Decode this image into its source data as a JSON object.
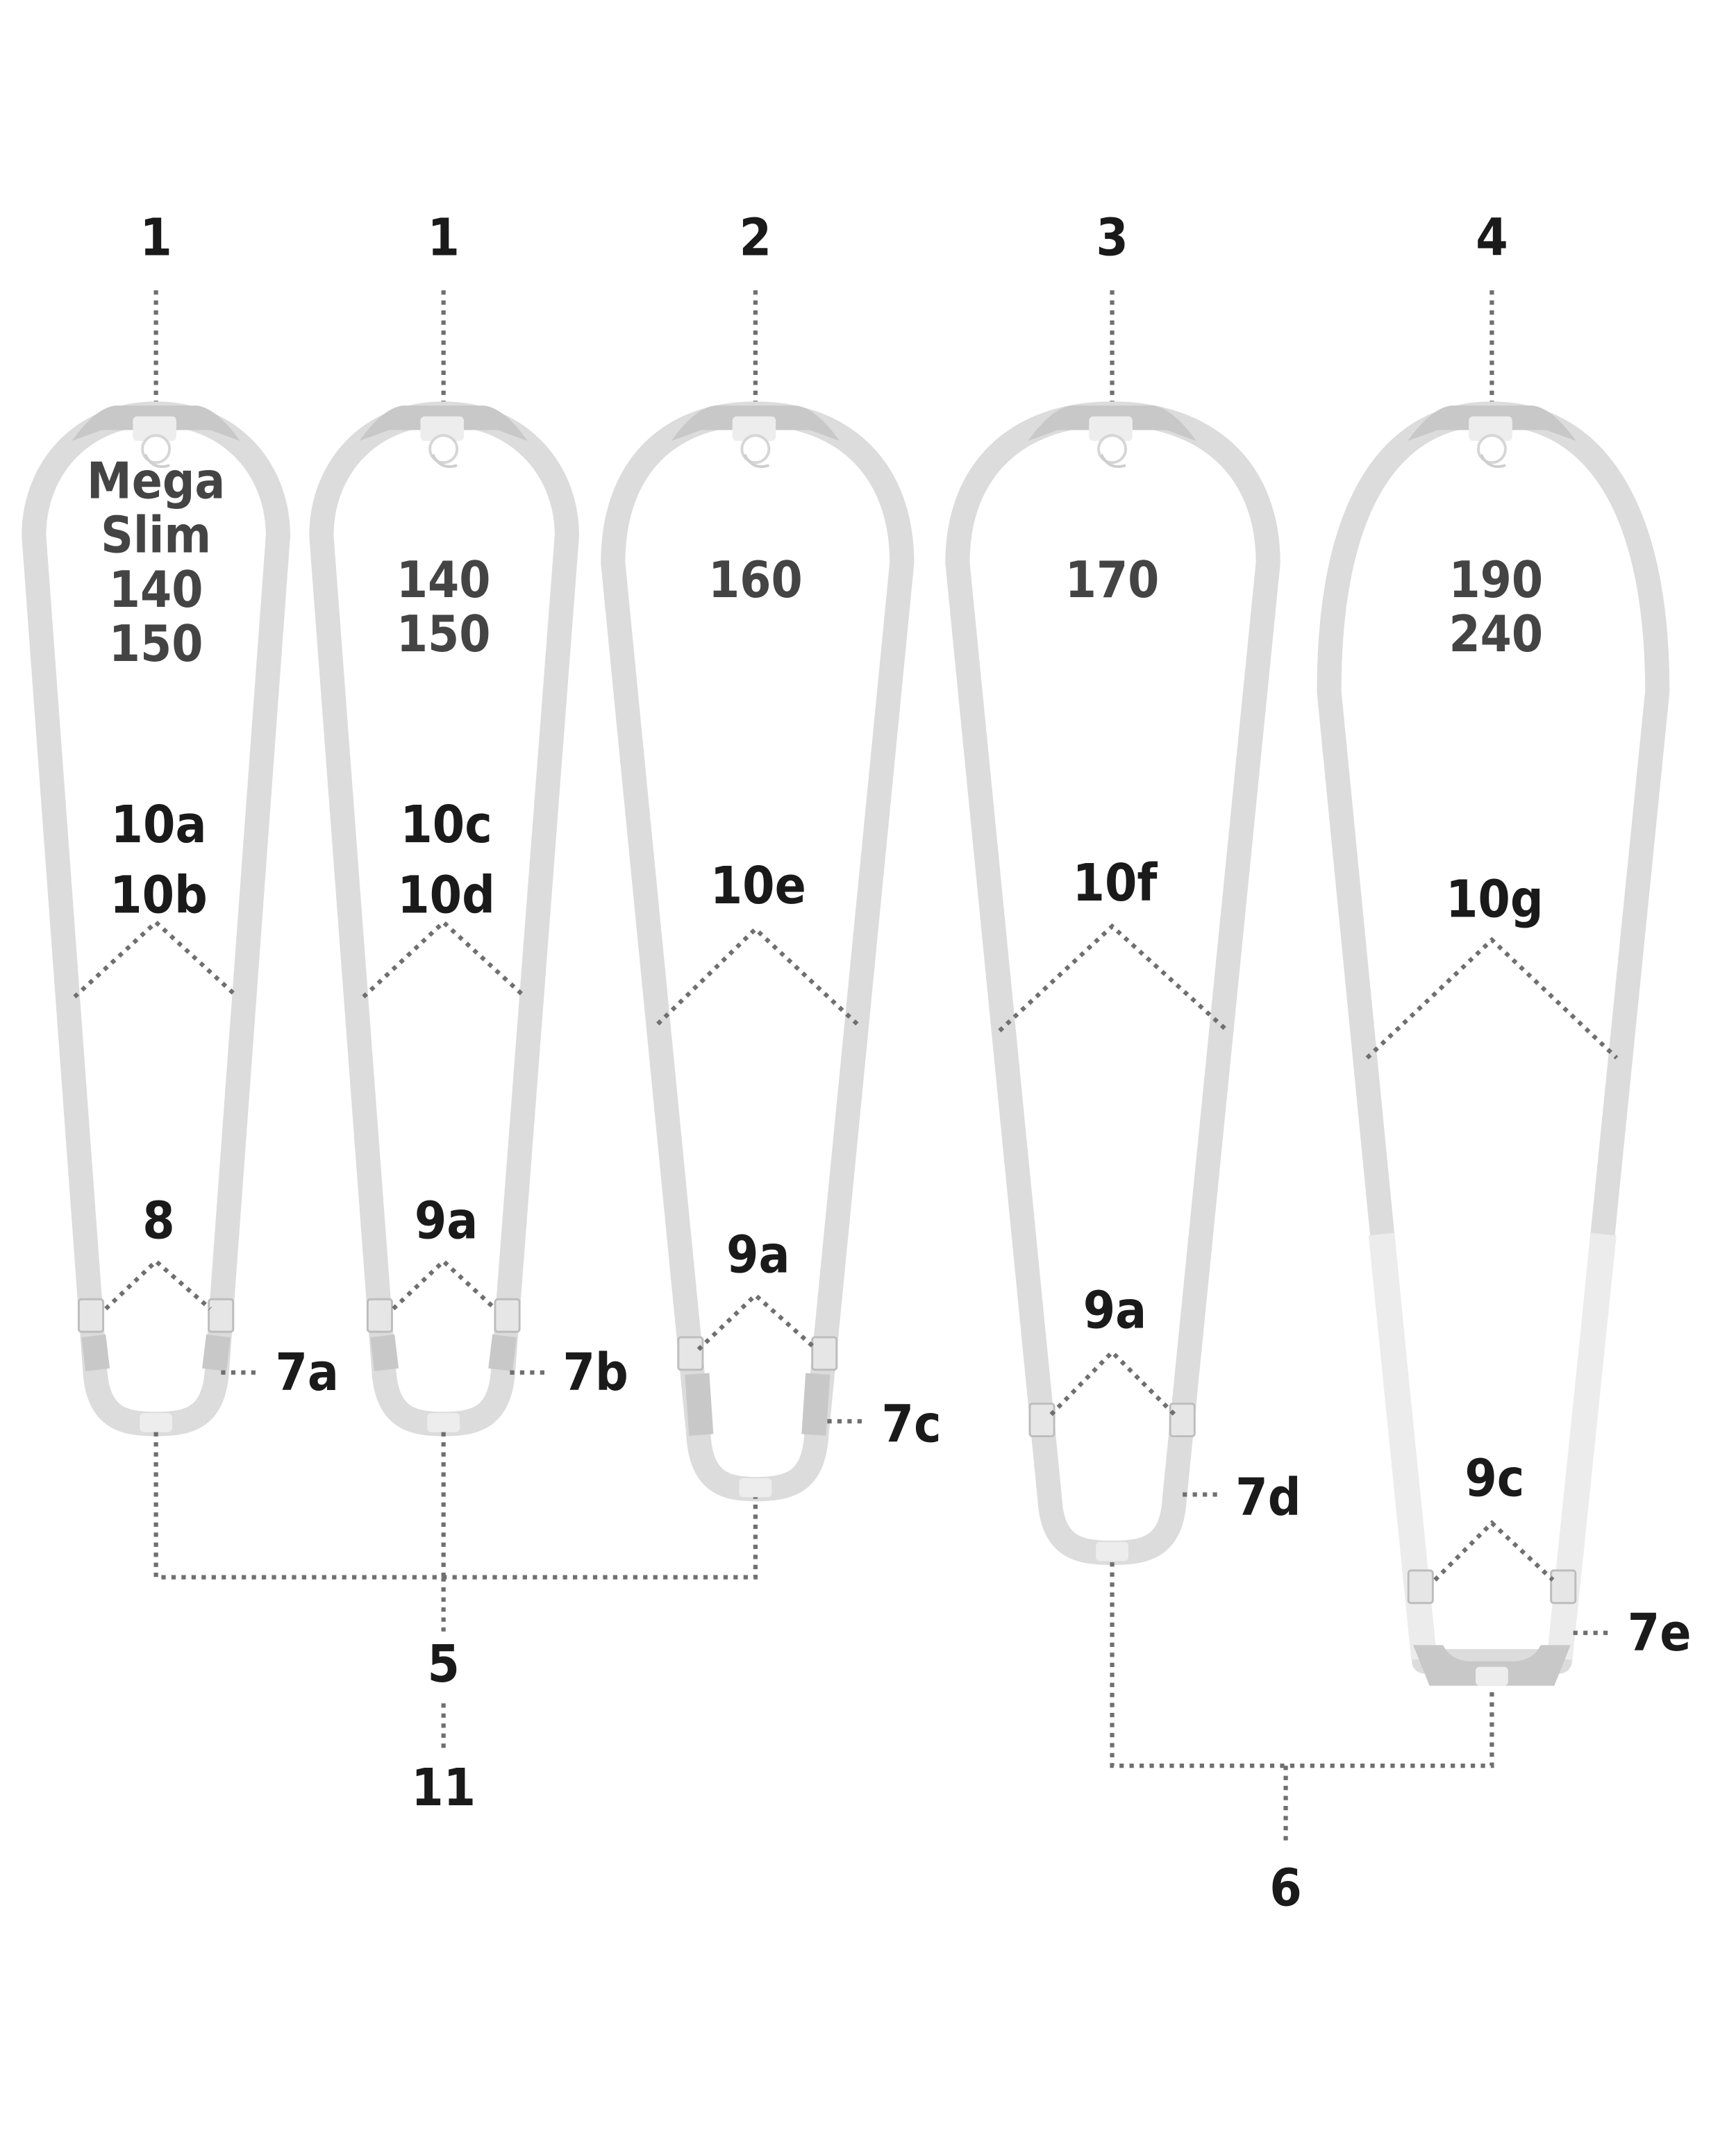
{
  "booms": [
    {
      "top_label": "1",
      "sizes": [
        "Mega",
        "Slim",
        "140",
        "150"
      ],
      "grip_labels": [
        "10a",
        "10b"
      ],
      "tail_label": "8",
      "clamp_label": "7a"
    },
    {
      "top_label": "1",
      "sizes": [
        "140",
        "150"
      ],
      "grip_labels": [
        "10c",
        "10d"
      ],
      "tail_label": "9a",
      "clamp_label": "7b"
    },
    {
      "top_label": "2",
      "sizes": [
        "160"
      ],
      "grip_labels": [
        "10e"
      ],
      "tail_label": "9a",
      "clamp_label": "7c"
    },
    {
      "top_label": "3",
      "sizes": [
        "170"
      ],
      "grip_labels": [
        "10f"
      ],
      "tail_label": "9a",
      "clamp_label": "7d"
    },
    {
      "top_label": "4",
      "sizes": [
        "190",
        "240"
      ],
      "grip_labels": [
        "10g"
      ],
      "tail_label": "9c",
      "clamp_label": "7e"
    }
  ],
  "group_labels": {
    "tail_group_a": "5",
    "tail_group_a_sub": "11",
    "tail_group_b": "6"
  },
  "colors": {
    "tube": "#dcdcdc",
    "tube_dark": "#c8c8c8",
    "leader_lines": "#6f6f6f",
    "label": "#1a1a1a",
    "size_text": "#444444"
  }
}
